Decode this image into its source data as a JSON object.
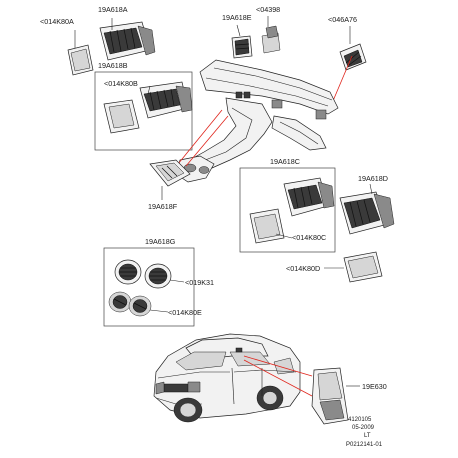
{
  "callouts": {
    "c1": "19A618A",
    "c2": "<014K80A",
    "c3": "19A618E",
    "c4": "<04398",
    "c5": "<046A76",
    "c6": "19A618B",
    "c7": "<014K80B",
    "c8": "19A618F",
    "c9": "19A618C",
    "c10": "<014K80C",
    "c11": "19A618D",
    "c12": "<014K80D",
    "c13": "19A618G",
    "c14": "<019K31",
    "c15": "<014K80E",
    "c16": "19E630"
  },
  "reference": {
    "number": "4120105",
    "date": "05-2009",
    "code": "LT",
    "image_id": "P0212141-01"
  }
}
